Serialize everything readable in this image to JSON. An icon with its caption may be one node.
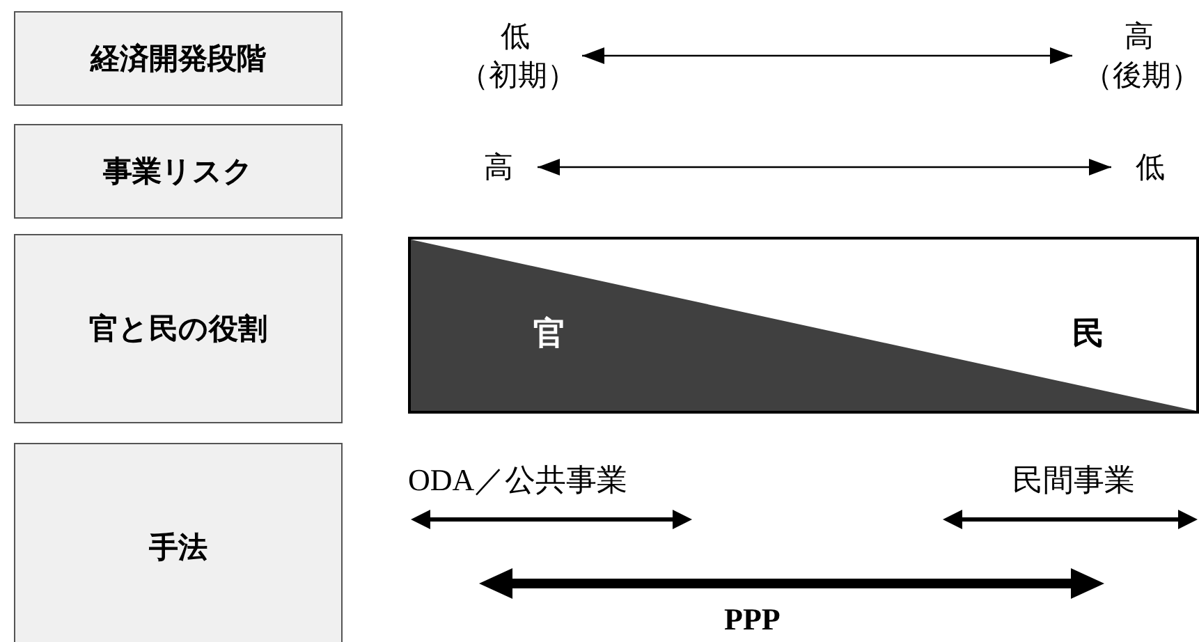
{
  "diagram": {
    "nodes": [
      {
        "text": [
          "経済開発段階"
        ]
      },
      {
        "text": [
          "事業リスク"
        ]
      },
      {
        "text": [
          "官と民の役割"
        ]
      },
      {
        "text": [
          "手法"
        ]
      },
      {
        "text": [
          "低",
          "（初期）"
        ]
      },
      {
        "text": [
          "高",
          "（後期）"
        ]
      },
      {
        "text": [
          "高"
        ]
      },
      {
        "text": [
          "低"
        ]
      },
      {
        "text": [
          "官",
          "民"
        ]
      }
    ],
    "edges": [
      {
        "from": 4,
        "to": 5,
        "arrow": "both"
      },
      {
        "from": 6,
        "to": 7,
        "arrow": "both"
      }
    ],
    "labels": [
      "ODA／公共事業",
      "民間事業",
      "PPP"
    ]
  }
}
